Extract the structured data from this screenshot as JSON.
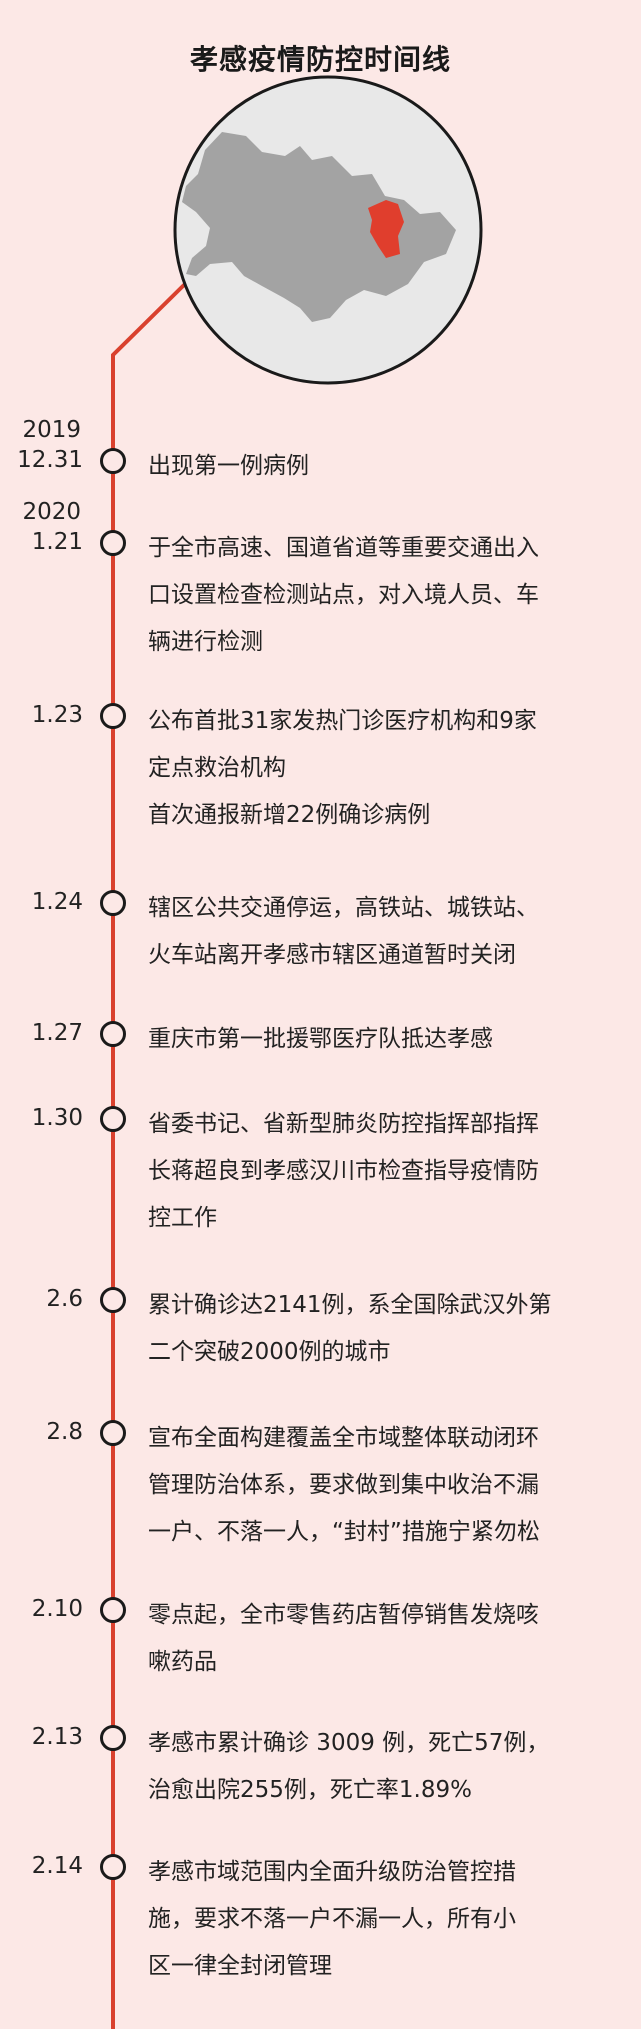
{
  "title": "孝感疫情防控时间线",
  "colors": {
    "background": "#fce8e6",
    "accent": "#d9412e",
    "map_gray": "#a0a0a0"
  },
  "map_icon": "hubei-map-highlight-xiaogan",
  "entries": [
    {
      "year": "2019",
      "date": "12.31",
      "lines": [
        "出现第一例病例"
      ]
    },
    {
      "year": "2020",
      "date": "1.21",
      "lines": [
        "于全市高速、国道省道等重要交通出入",
        "口设置检查检测站点，对入境人员、车",
        "辆进行检测"
      ]
    },
    {
      "year": "",
      "date": "1.23",
      "lines": [
        "公布首批31家发热门诊医疗机构和9家",
        "定点救治机构",
        "首次通报新增22例确诊病例"
      ]
    },
    {
      "year": "",
      "date": "1.24",
      "lines": [
        "辖区公共交通停运，高铁站、城铁站、",
        "火车站离开孝感市辖区通道暂时关闭"
      ]
    },
    {
      "year": "",
      "date": "1.27",
      "lines": [
        "重庆市第一批援鄂医疗队抵达孝感"
      ]
    },
    {
      "year": "",
      "date": "1.30",
      "lines": [
        "省委书记、省新型肺炎防控指挥部指挥",
        "长蒋超良到孝感汉川市检查指导疫情防",
        "控工作"
      ]
    },
    {
      "year": "",
      "date": "2.6",
      "lines": [
        "累计确诊达2141例，系全国除武汉外第",
        "二个突破2000例的城市"
      ]
    },
    {
      "year": "",
      "date": "2.8",
      "lines": [
        "宣布全面构建覆盖全市域整体联动闭环",
        "管理防治体系，要求做到集中收治不漏",
        "一户、不落一人，“封村”措施宁紧勿松"
      ]
    },
    {
      "year": "",
      "date": "2.10",
      "lines": [
        "零点起，全市零售药店暂停销售发烧咳",
        "嗽药品"
      ]
    },
    {
      "year": "",
      "date": "2.13",
      "lines": [
        "孝感市累计确诊 3009 例，死亡57例，",
        "治愈出院255例，死亡率1.89%"
      ]
    },
    {
      "year": "",
      "date": "2.14",
      "lines": [
        "孝感市域范围内全面升级防治管控措",
        "施，要求不落一户不漏一人，所有小",
        "区一律全封闭管理"
      ]
    }
  ]
}
